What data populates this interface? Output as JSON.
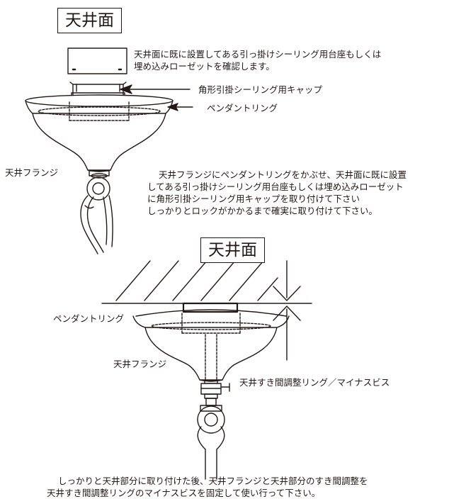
{
  "top": {
    "heading": "天井面",
    "desc_line1": "天井面に既に設置してある引っ掛けシーリング用台座もしくは",
    "desc_line2": "埋め込みローゼットを確認します。",
    "label_cap": "角形引掛シーリング用キャップ",
    "label_ring": "ペンダントリング",
    "label_flange": "天井フランジ",
    "instr_line1": "天井フランジにペンダントリングをかぶせ、天井面に既に設置",
    "instr_line2": "してある引っ掛けシーリング用台座もしくは埋め込みローゼット",
    "instr_line3": "に角形引掛シーリング用キャップを取り付けて下さい",
    "instr_line4": "しっかりとロックがかかるまで確実に取り付けて下さい。"
  },
  "bottom": {
    "heading": "天井面",
    "label_ring": "ペンダントリング",
    "label_flange": "天井フランジ",
    "label_screw": "天井すき間調整リング／マイナスビス",
    "footer_line1": "しっかりと天井部分に取り付けた後、天井フランジと天井部分のすき間調整を",
    "footer_line2": "天井すき間調整リングのマイナスビスを固定して使い行って下さい。"
  }
}
